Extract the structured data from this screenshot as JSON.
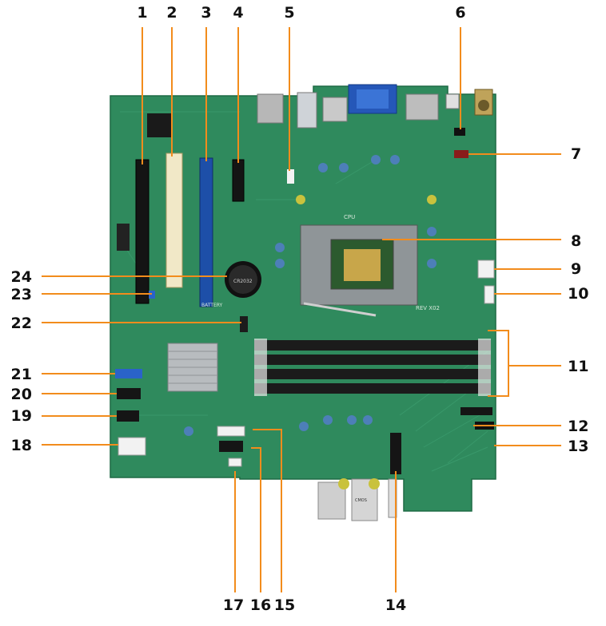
{
  "callouts": {
    "n1": "1",
    "n2": "2",
    "n3": "3",
    "n4": "4",
    "n5": "5",
    "n6": "6",
    "n7": "7",
    "n8": "8",
    "n9": "9",
    "n10": "10",
    "n11": "11",
    "n12": "12",
    "n13": "13",
    "n14": "14",
    "n15": "15",
    "n16": "16",
    "n17": "17",
    "n18": "18",
    "n19": "19",
    "n20": "20",
    "n21": "21",
    "n22": "22",
    "n23": "23",
    "n24": "24"
  },
  "board_markings": {
    "cpu": "CPU",
    "rev": "REV X02",
    "battery": "BATTERY",
    "cmos": "CMOS",
    "coin_cell": "CR2032"
  },
  "colors": {
    "board": "#2f8a5d",
    "board_light": "#3a9a6b",
    "callout_line": "#f28c1c",
    "pcie_x16": "#1d4fa8",
    "sata_blue": "#2a63c9",
    "dimm": "#1b1b1b",
    "vga_blue": "#2557b8"
  }
}
